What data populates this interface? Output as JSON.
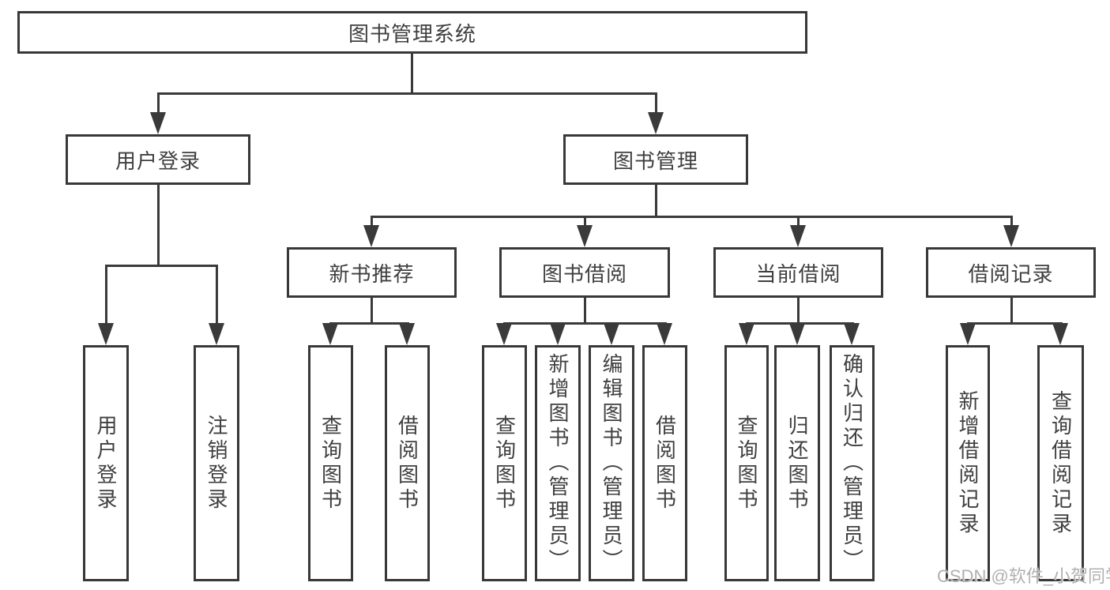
{
  "watermark": "CSDN @软件_小贺同学",
  "colors": {
    "line": "#3a3a3a",
    "text": "#3f3f3f",
    "background": "#ffffff",
    "watermark": "#b0b0b0"
  },
  "tree": {
    "label": "图书管理系统",
    "children": [
      {
        "label": "用户登录",
        "children": [
          {
            "label": "用户登录"
          },
          {
            "label": "注销登录"
          }
        ]
      },
      {
        "label": "图书管理",
        "children": [
          {
            "label": "新书推荐",
            "children": [
              {
                "label": "查询图书"
              },
              {
                "label": "借阅图书"
              }
            ]
          },
          {
            "label": "图书借阅",
            "children": [
              {
                "label": "查询图书"
              },
              {
                "label": "新增图书（管理员）"
              },
              {
                "label": "编辑图书（管理员）"
              },
              {
                "label": "借阅图书"
              }
            ]
          },
          {
            "label": "当前借阅",
            "children": [
              {
                "label": "查询图书"
              },
              {
                "label": "归还图书"
              },
              {
                "label": "确认归还（管理员）"
              }
            ]
          },
          {
            "label": "借阅记录",
            "children": [
              {
                "label": "新增借阅记录"
              },
              {
                "label": "查询借阅记录"
              }
            ]
          }
        ]
      }
    ]
  }
}
